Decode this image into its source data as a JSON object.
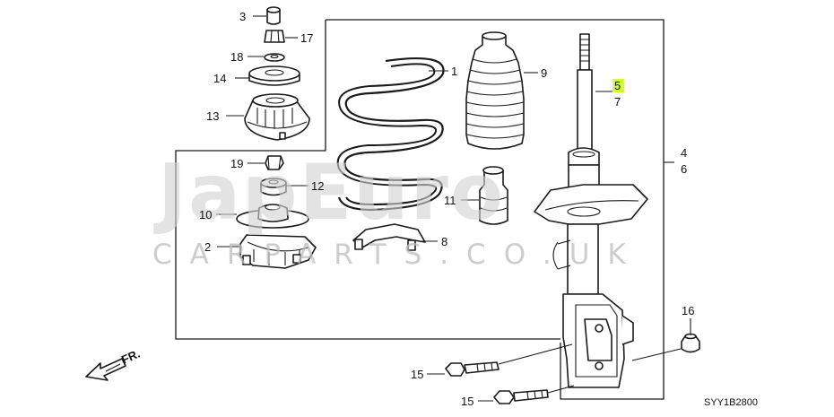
{
  "diagram": {
    "diagram_code": "SYY1B2800",
    "front_label": "FR.",
    "watermark": {
      "brand": "JapEuro",
      "site": "CARPARTS.CO.UK"
    },
    "callouts": [
      {
        "id": "c3",
        "text": "3"
      },
      {
        "id": "c17",
        "text": "17"
      },
      {
        "id": "c18",
        "text": "18"
      },
      {
        "id": "c14",
        "text": "14"
      },
      {
        "id": "c13",
        "text": "13"
      },
      {
        "id": "c19",
        "text": "19"
      },
      {
        "id": "c12",
        "text": "12"
      },
      {
        "id": "c10",
        "text": "10"
      },
      {
        "id": "c2",
        "text": "2"
      },
      {
        "id": "c1",
        "text": "1"
      },
      {
        "id": "c9",
        "text": "9"
      },
      {
        "id": "c11",
        "text": "11"
      },
      {
        "id": "c8",
        "text": "8"
      },
      {
        "id": "c5",
        "text": "5",
        "highlighted": true
      },
      {
        "id": "c7",
        "text": "7"
      },
      {
        "id": "c4",
        "text": "4"
      },
      {
        "id": "c6",
        "text": "6"
      },
      {
        "id": "c16",
        "text": "16"
      },
      {
        "id": "c15a",
        "text": "15"
      },
      {
        "id": "c15b",
        "text": "15"
      }
    ],
    "colors": {
      "line": "#1a1a1a",
      "highlight": "#cfff3a",
      "watermark": "#d2d2d2"
    }
  }
}
